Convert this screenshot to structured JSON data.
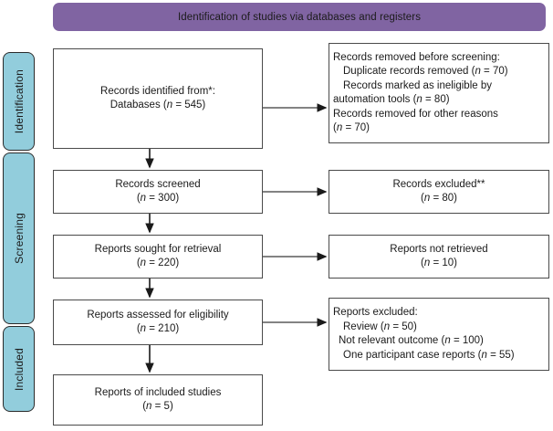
{
  "header": {
    "title": "Identification of studies via databases and registers",
    "color": "#8064A2"
  },
  "stages": {
    "color": "#92CDDC",
    "items": [
      {
        "label": "Identification"
      },
      {
        "label": "Screening"
      },
      {
        "label": "Included"
      }
    ]
  },
  "boxes": {
    "identified": {
      "name": "records-identified",
      "lines": [
        {
          "text": "Records identified from*:",
          "indent": 0
        },
        {
          "pre": "Databases (",
          "ital": "n",
          "post": " = 545)",
          "indent": 0
        }
      ]
    },
    "removed": {
      "name": "records-removed-before-screening",
      "lines": [
        {
          "text": "Records removed before screening:",
          "indent": 0
        },
        {
          "pre": "Duplicate records removed  (",
          "ital": "n",
          "post": " = 70)",
          "indent": 1
        },
        {
          "text": "Records marked as ineligible by",
          "indent": 1
        },
        {
          "pre": "automation tools (",
          "ital": "n",
          "post": " = 80)",
          "indent": 0
        },
        {
          "text": "Records removed for other reasons",
          "indent": 0
        },
        {
          "pre": "(",
          "ital": "n",
          "post": " = 70)",
          "indent": 0
        }
      ]
    },
    "screened": {
      "name": "records-screened",
      "lines": [
        {
          "text": "Records screened",
          "indent": 0
        },
        {
          "pre": "(",
          "ital": "n",
          "post": " = 300)",
          "indent": 0
        }
      ]
    },
    "excluded": {
      "name": "records-excluded",
      "lines": [
        {
          "text": "Records excluded**",
          "indent": 0
        },
        {
          "pre": "(",
          "ital": "n",
          "post": " = 80)",
          "indent": 0
        }
      ]
    },
    "sought": {
      "name": "reports-sought-for-retrieval",
      "lines": [
        {
          "text": "Reports sought for retrieval",
          "indent": 0
        },
        {
          "pre": "(",
          "ital": "n",
          "post": " = 220)",
          "indent": 0
        }
      ]
    },
    "notretrieved": {
      "name": "reports-not-retrieved",
      "lines": [
        {
          "text": "Reports not retrieved",
          "indent": 0
        },
        {
          "pre": "(",
          "ital": "n",
          "post": " = 10)",
          "indent": 0
        }
      ]
    },
    "assessed": {
      "name": "reports-assessed-for-eligibility",
      "lines": [
        {
          "text": "Reports assessed for eligibility",
          "indent": 0
        },
        {
          "pre": "(",
          "ital": "n",
          "post": " = 210)",
          "indent": 0
        }
      ]
    },
    "reportsexcluded": {
      "name": "reports-excluded",
      "lines": [
        {
          "text": "Reports excluded:",
          "indent": 0
        },
        {
          "pre": "Review (",
          "ital": "n",
          "post": " = 50)",
          "indent": 1
        },
        {
          "pre": "Not relevant outcome (",
          "ital": "n",
          "post": " = 100)",
          "indent": 2
        },
        {
          "pre": "One participant  case reports  (",
          "ital": "n",
          "post": " = 55)",
          "indent": 1
        }
      ]
    },
    "includedstudies": {
      "name": "reports-of-included-studies",
      "lines": [
        {
          "text": "Reports of included studies",
          "indent": 0
        },
        {
          "pre": "(",
          "ital": "n",
          "post": " = 5)",
          "indent": 0
        }
      ]
    }
  }
}
